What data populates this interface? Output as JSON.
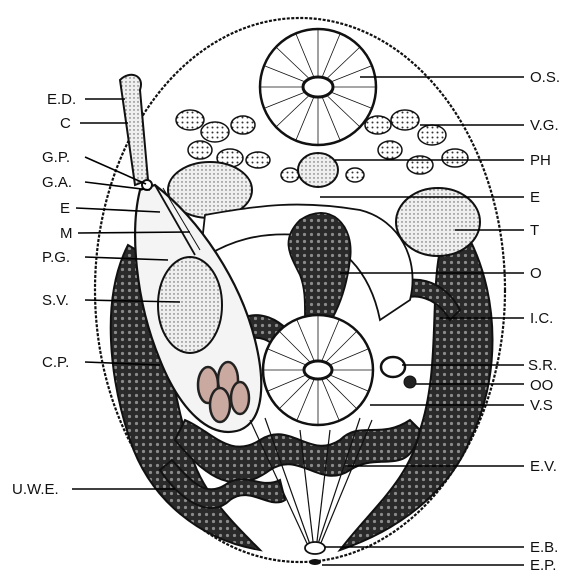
{
  "figure": {
    "labels_left": [
      {
        "id": "ed",
        "text": "E.D."
      },
      {
        "id": "c",
        "text": "C"
      },
      {
        "id": "gp",
        "text": "G.P."
      },
      {
        "id": "ga",
        "text": "G.A."
      },
      {
        "id": "e-left",
        "text": "E"
      },
      {
        "id": "m",
        "text": "M"
      },
      {
        "id": "pg",
        "text": "P.G."
      },
      {
        "id": "sv",
        "text": "S.V."
      },
      {
        "id": "cp",
        "text": "C.P."
      },
      {
        "id": "uwe",
        "text": "U.W.E."
      }
    ],
    "labels_right": [
      {
        "id": "os",
        "text": "O.S."
      },
      {
        "id": "vg",
        "text": "V.G."
      },
      {
        "id": "ph",
        "text": "PH"
      },
      {
        "id": "e-right",
        "text": "E"
      },
      {
        "id": "t",
        "text": "T"
      },
      {
        "id": "o",
        "text": "O"
      },
      {
        "id": "ic",
        "text": "I.C."
      },
      {
        "id": "sr",
        "text": "S.R."
      },
      {
        "id": "oo",
        "text": "OO"
      },
      {
        "id": "vs",
        "text": "V.S"
      },
      {
        "id": "ev",
        "text": "E.V."
      },
      {
        "id": "eb",
        "text": "E.B."
      },
      {
        "id": "ep",
        "text": "E.P."
      }
    ]
  }
}
